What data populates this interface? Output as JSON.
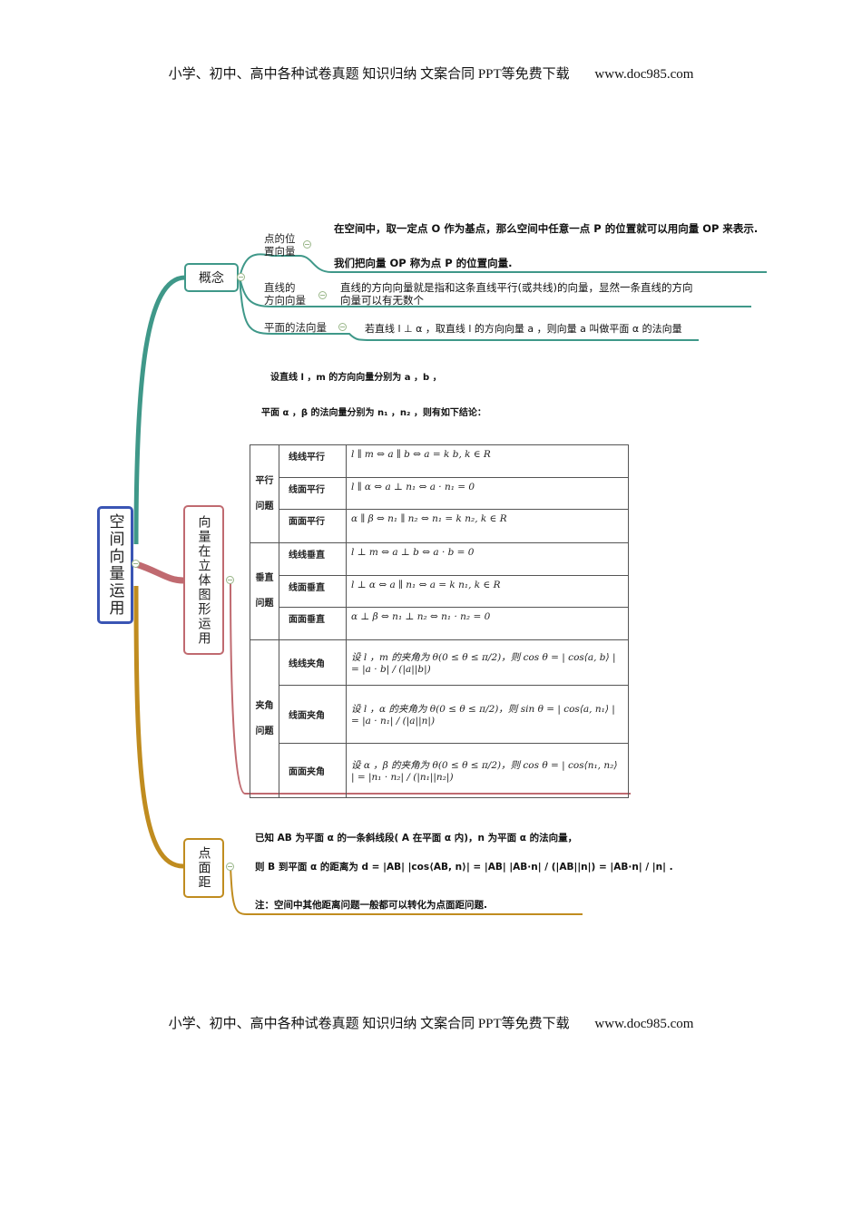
{
  "header": {
    "text": "小学、初中、高中各种试卷真题  知识归纳  文案合同  PPT等免费下载",
    "url": "www.doc985.com"
  },
  "footer": {
    "text": "小学、初中、高中各种试卷真题  知识归纳  文案合同  PPT等免费下载",
    "url": "www.doc985.com"
  },
  "colors": {
    "root": "#3a55b4",
    "concept": "#3f9889",
    "solid": "#c06a70",
    "distance": "#c08c1f"
  },
  "root": {
    "label": "空间向量运用"
  },
  "concept": {
    "label": "概念",
    "items": [
      {
        "label": "点的位置向量",
        "line1": "点的位",
        "line2": "置向量",
        "desc": [
          "在空间中，取一定点 O 作为基点，那么空间中任意一点 P 的位置就可以用向量 OP 来表示.",
          "我们把向量 OP 称为点 P 的位置向量."
        ]
      },
      {
        "label": "直线的方向向量",
        "line1": "直线的",
        "line2": "方向向量",
        "desc": [
          "直线的方向向量就是指和这条直线平行(或共线)的向量，显然一条直线的方向",
          "向量可以有无数个"
        ]
      },
      {
        "label": "平面的法向量",
        "desc": [
          "若直线 l ⊥ α ，取直线 l 的方向向量 a ，则向量 a 叫做平面 α 的法向量"
        ]
      }
    ]
  },
  "solid": {
    "label": "向量在立体图形运用",
    "intro": [
      "设直线 l ，m 的方向向量分别为 a ，b ，",
      "平面 α ，β 的法向量分别为 n₁ ，n₂ ，则有如下结论："
    ],
    "groups": [
      {
        "name": "平行问题",
        "line1": "平行",
        "line2": "问题",
        "rows": [
          {
            "type": "线线平行",
            "formula": "l ∥ m  ⇔  a ∥ b  ⇔  a = k b, k ∈ R"
          },
          {
            "type": "线面平行",
            "formula": "l ∥ α  ⇔ a ⊥ n₁  ⇔  a · n₁ = 0"
          },
          {
            "type": "面面平行",
            "formula": "α ∥ β  ⇔  n₁ ∥ n₂  ⇔  n₁ = k n₂, k ∈ R"
          }
        ]
      },
      {
        "name": "垂直问题",
        "line1": "垂直",
        "line2": "问题",
        "rows": [
          {
            "type": "线线垂直",
            "formula": "l ⊥ m  ⇔  a ⊥ b  ⇔  a · b = 0"
          },
          {
            "type": "线面垂直",
            "formula": "l ⊥ α  ⇔  a ∥ n₁  ⇔  a = k n₁, k ∈ R"
          },
          {
            "type": "面面垂直",
            "formula": "α ⊥ β  ⇔ n₁ ⊥ n₂ ⇔  n₁ · n₂ = 0"
          }
        ]
      },
      {
        "name": "夹角问题",
        "line1": "夹角",
        "line2": "问题",
        "rows": [
          {
            "type": "线线夹角",
            "formula": "设 l ，m 的夹角为 θ(0 ≤ θ ≤ π/2)，则 cos θ = | cos⟨a, b⟩ | = |a · b| / (|a||b|)"
          },
          {
            "type": "线面夹角",
            "formula": "设 l ，α 的夹角为 θ(0 ≤ θ ≤ π/2)，则 sin θ = | cos⟨a, n₁⟩ | = |a · n₁| / (|a||n|)"
          },
          {
            "type": "面面夹角",
            "formula": "设 α ，β 的夹角为 θ(0 ≤ θ ≤ π/2)，则 cos θ = | cos⟨n₁, n₂⟩ | = |n₁ · n₂| / (|n₁||n₂|)"
          }
        ]
      }
    ]
  },
  "distance": {
    "label": "点面距",
    "desc": [
      "已知 AB 为平面 α 的一条斜线段( A 在平面 α 内)，n 为平面 α 的法向量，",
      "则 B 到平面 α 的距离为 d = |AB| |cos⟨AB, n⟩| = |AB| |AB·n| / (|AB||n|) = |AB·n| / |n| .",
      "注：空间中其他距离问题一般都可以转化为点面距问题."
    ]
  }
}
